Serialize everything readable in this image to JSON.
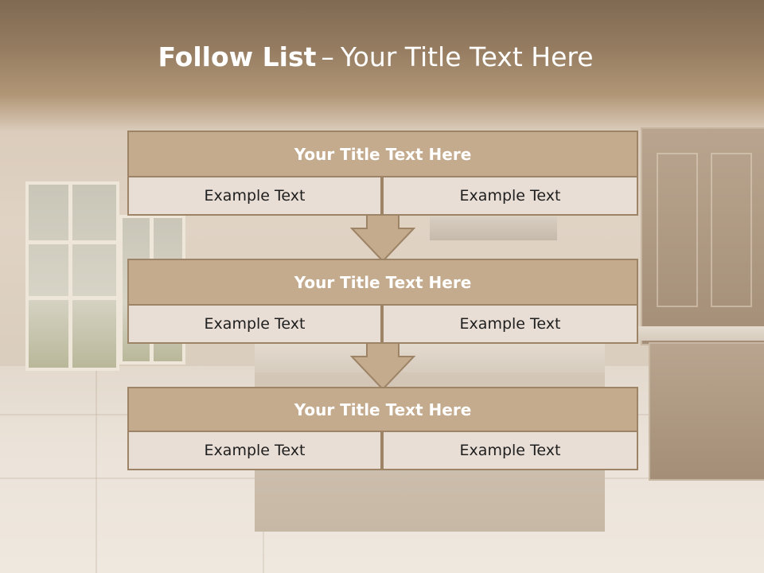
{
  "slide": {
    "title_bold": "Follow List",
    "title_dash": "–",
    "title_rest": "Your Title Text Here"
  },
  "colors": {
    "header_band": "#8c7459",
    "block_title_bg": "#c4ab8e",
    "block_border": "#9e8466",
    "cell_bg": "#e8ded6"
  },
  "blocks": [
    {
      "title": "Your Title Text Here",
      "left": "Example Text",
      "right": "Example Text"
    },
    {
      "title": "Your Title Text Here",
      "left": "Example Text",
      "right": "Example Text"
    },
    {
      "title": "Your Title Text Here",
      "left": "Example Text",
      "right": "Example Text"
    }
  ],
  "arrows": [
    "arrow-down-icon",
    "arrow-down-icon"
  ]
}
